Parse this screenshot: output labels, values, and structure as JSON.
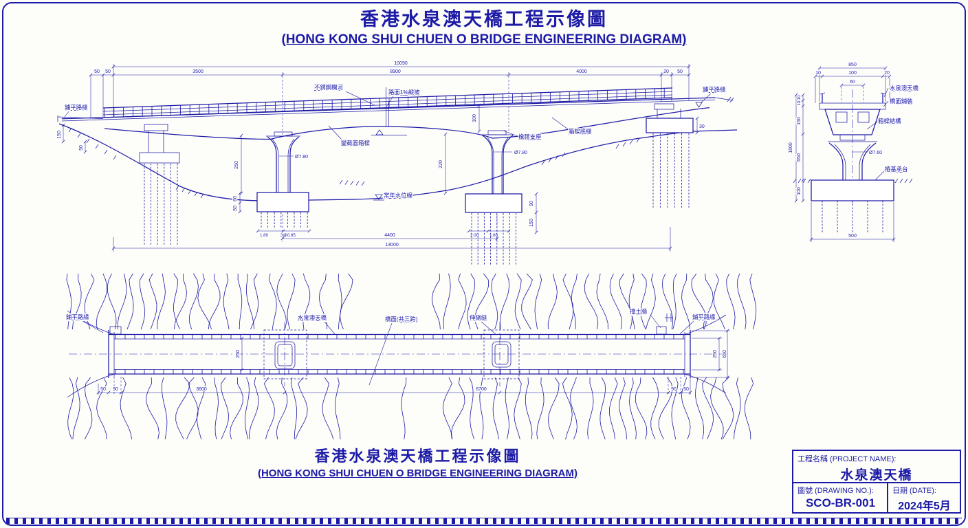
{
  "colors": {
    "ink": "#1c1aa6",
    "paper": "#fdfdfa"
  },
  "titles": {
    "top_zh": "香港水泉澳天橋工程示像圖",
    "top_en": "(HONG KONG SHUI CHUEN O BRIDGE ENGINEERING DIAGRAM)",
    "bottom_zh": "香港水泉澳天橋工程示像圖",
    "bottom_en": "(HONG KONG SHUI CHUEN O BRIDGE ENGINEERING DIAGRAM)"
  },
  "title_block": {
    "name_label": "工程名稱 (PROJECT NAME):",
    "name_value": "水泉澳天橋",
    "no_label": "圖號 (DRAWING NO.):",
    "no_value": "SCO-BR-001",
    "date_label": "日期 (DATE):",
    "date_value": "2024年5月"
  },
  "elev": {
    "dims": {
      "overall": "10090",
      "s50a": "50",
      "s50b": "50",
      "span1": "3500",
      "span2": "8900",
      "span3": "4000",
      "e20": "20",
      "e50": "50",
      "v150": "150",
      "v50": "50",
      "v100": "100",
      "p1h": "250",
      "p2h": "220",
      "p1d": "Ø7.80",
      "p2d": "Ø7.80",
      "c1a": "60",
      "c1b": "50",
      "c2a": "90",
      "c2b": "150",
      "r30": "30",
      "cc": "4400",
      "total": "13000",
      "pl1a": "1.80",
      "pl1b": "3@0.85",
      "pl2a": "2.00",
      "pl2b": "1.60"
    },
    "labels": {
      "edge_l": "鋪平路緣",
      "railing": "不銹鋼欄河",
      "slope": "路面1%縱坡",
      "bearing": "橡膠支座",
      "girder": "變截面箱樑",
      "soffit": "箱樑底緣",
      "water": "常年水位線",
      "edge_r": "鋪平路緣"
    }
  },
  "sect": {
    "dims": {
      "w850": "850",
      "e10l": "10",
      "m100": "100",
      "e20r": "20",
      "g60": "60",
      "t10a": "10",
      "t10b": "10",
      "d150": "150",
      "p650": "650",
      "o1600": "1600",
      "f100": "100",
      "dia": "Ø7.60",
      "w500": "500"
    },
    "labels": {
      "name": "水泉澳天橋",
      "pavement": "橋面鋪裝",
      "box": "箱樑結構",
      "footing": "樁基承台"
    }
  },
  "plan": {
    "dims": {
      "b50a": "50",
      "b90a": "90",
      "span1": "3600",
      "mid": "8700",
      "b90b": "90",
      "b50b": "50",
      "w250l": "250",
      "w250r": "250",
      "w650": "650"
    },
    "labels": {
      "edge_l": "鋪平路緣",
      "name": "水泉澳天橋",
      "deck": "橋面(共三跨)",
      "joint": "伸縮縫",
      "wall": "擋土牆",
      "edge_r": "鋪平路緣"
    }
  }
}
